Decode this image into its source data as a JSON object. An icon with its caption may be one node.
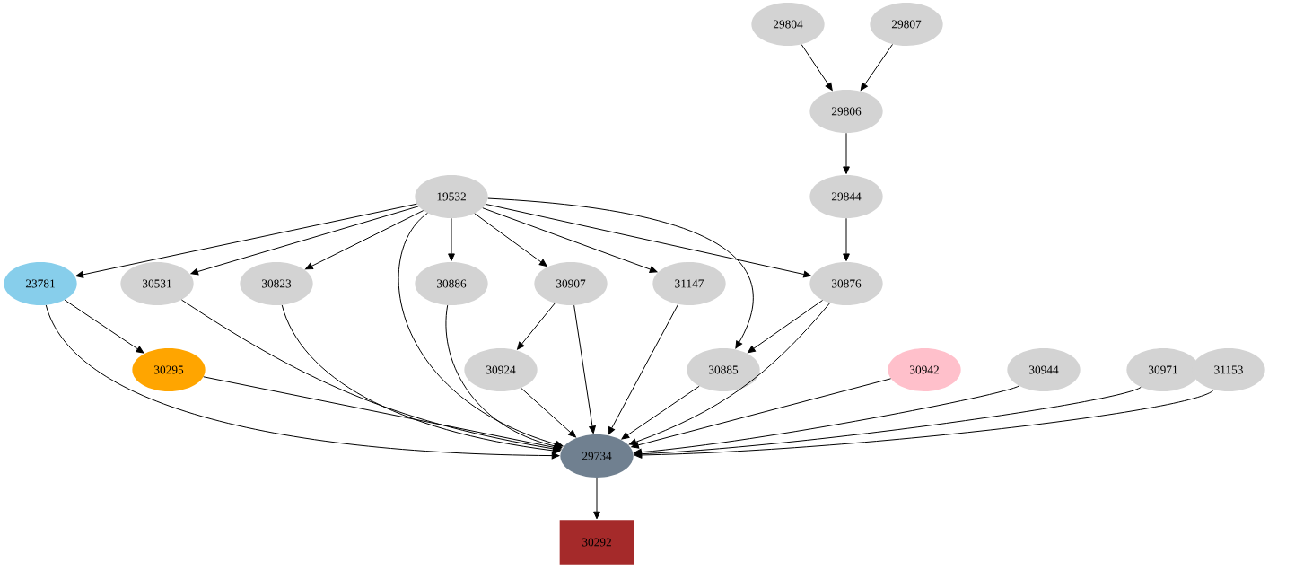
{
  "diagram": {
    "nodes": [
      {
        "text": [
          "19532"
        ]
      },
      {
        "text": [
          "29804"
        ]
      },
      {
        "text": [
          "29807"
        ]
      },
      {
        "text": [
          "29806"
        ]
      },
      {
        "text": [
          "29844"
        ]
      },
      {
        "text": [
          "23781"
        ]
      },
      {
        "text": [
          "30531"
        ]
      },
      {
        "text": [
          "30823"
        ]
      },
      {
        "text": [
          "30886"
        ]
      },
      {
        "text": [
          "30907"
        ]
      },
      {
        "text": [
          "31147"
        ]
      },
      {
        "text": [
          "30876"
        ]
      },
      {
        "text": [
          "30295"
        ]
      },
      {
        "text": [
          "30924"
        ]
      },
      {
        "text": [
          "30885"
        ]
      },
      {
        "text": [
          "30942"
        ]
      },
      {
        "text": [
          "30944"
        ]
      },
      {
        "text": [
          "30971"
        ]
      },
      {
        "text": [
          "31153"
        ]
      },
      {
        "text": [
          "29734"
        ]
      },
      {
        "text": [
          "30292"
        ]
      }
    ],
    "edges": [
      {
        "from": 1,
        "to": 3,
        "arrow": "to"
      },
      {
        "from": 2,
        "to": 3,
        "arrow": "to"
      },
      {
        "from": 3,
        "to": 4,
        "arrow": "to"
      },
      {
        "from": 4,
        "to": 11,
        "arrow": "to"
      },
      {
        "from": 0,
        "to": 5,
        "arrow": "to"
      },
      {
        "from": 0,
        "to": 6,
        "arrow": "to"
      },
      {
        "from": 0,
        "to": 7,
        "arrow": "to"
      },
      {
        "from": 0,
        "to": 19,
        "arrow": "to"
      },
      {
        "from": 0,
        "to": 8,
        "arrow": "to"
      },
      {
        "from": 0,
        "to": 9,
        "arrow": "to"
      },
      {
        "from": 0,
        "to": 10,
        "arrow": "to"
      },
      {
        "from": 0,
        "to": 14,
        "arrow": "to"
      },
      {
        "from": 0,
        "to": 11,
        "arrow": "to"
      },
      {
        "from": 5,
        "to": 12,
        "arrow": "to"
      },
      {
        "from": 5,
        "to": 19,
        "arrow": "to"
      },
      {
        "from": 6,
        "to": 19,
        "arrow": "to"
      },
      {
        "from": 7,
        "to": 19,
        "arrow": "to"
      },
      {
        "from": 8,
        "to": 19,
        "arrow": "to"
      },
      {
        "from": 9,
        "to": 13,
        "arrow": "to"
      },
      {
        "from": 9,
        "to": 19,
        "arrow": "to"
      },
      {
        "from": 10,
        "to": 19,
        "arrow": "to"
      },
      {
        "from": 11,
        "to": 14,
        "arrow": "to"
      },
      {
        "from": 11,
        "to": 19,
        "arrow": "to"
      },
      {
        "from": 12,
        "to": 19,
        "arrow": "to"
      },
      {
        "from": 13,
        "to": 19,
        "arrow": "to"
      },
      {
        "from": 14,
        "to": 19,
        "arrow": "to"
      },
      {
        "from": 15,
        "to": 19,
        "arrow": "to"
      },
      {
        "from": 16,
        "to": 19,
        "arrow": "to"
      },
      {
        "from": 17,
        "to": 19,
        "arrow": "to"
      },
      {
        "from": 18,
        "to": 19,
        "arrow": "to"
      },
      {
        "from": 19,
        "to": 20,
        "arrow": "to"
      }
    ]
  }
}
